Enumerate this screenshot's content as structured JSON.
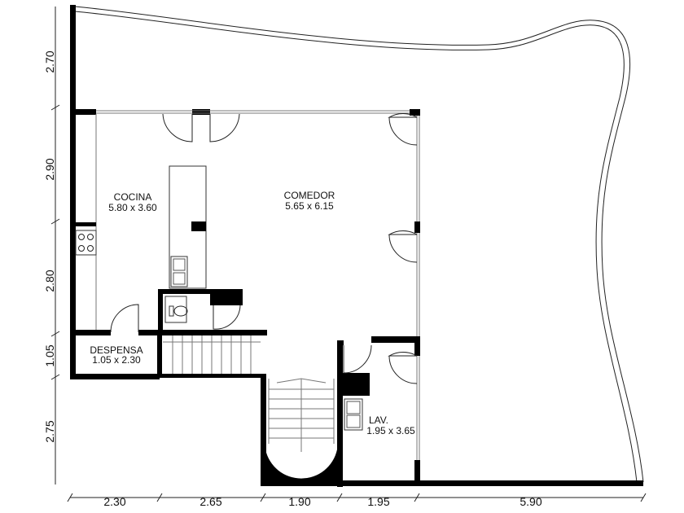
{
  "rooms": {
    "cocina": {
      "name": "COCINA",
      "size": "5.80 x 3.60"
    },
    "comedor": {
      "name": "COMEDOR",
      "size": "5.65 x 6.15"
    },
    "despensa": {
      "name": "DESPENSA",
      "size": "1.05 x 2.30"
    },
    "lav": {
      "name": "LAV.",
      "size": "1.95 x 3.65"
    }
  },
  "dimensions": {
    "vertical": [
      "2.70",
      "2.90",
      "2.80",
      "1.05",
      "2.75"
    ],
    "horizontal": [
      "2.30",
      "2.65",
      "1.90",
      "1.95",
      "5.90"
    ]
  }
}
